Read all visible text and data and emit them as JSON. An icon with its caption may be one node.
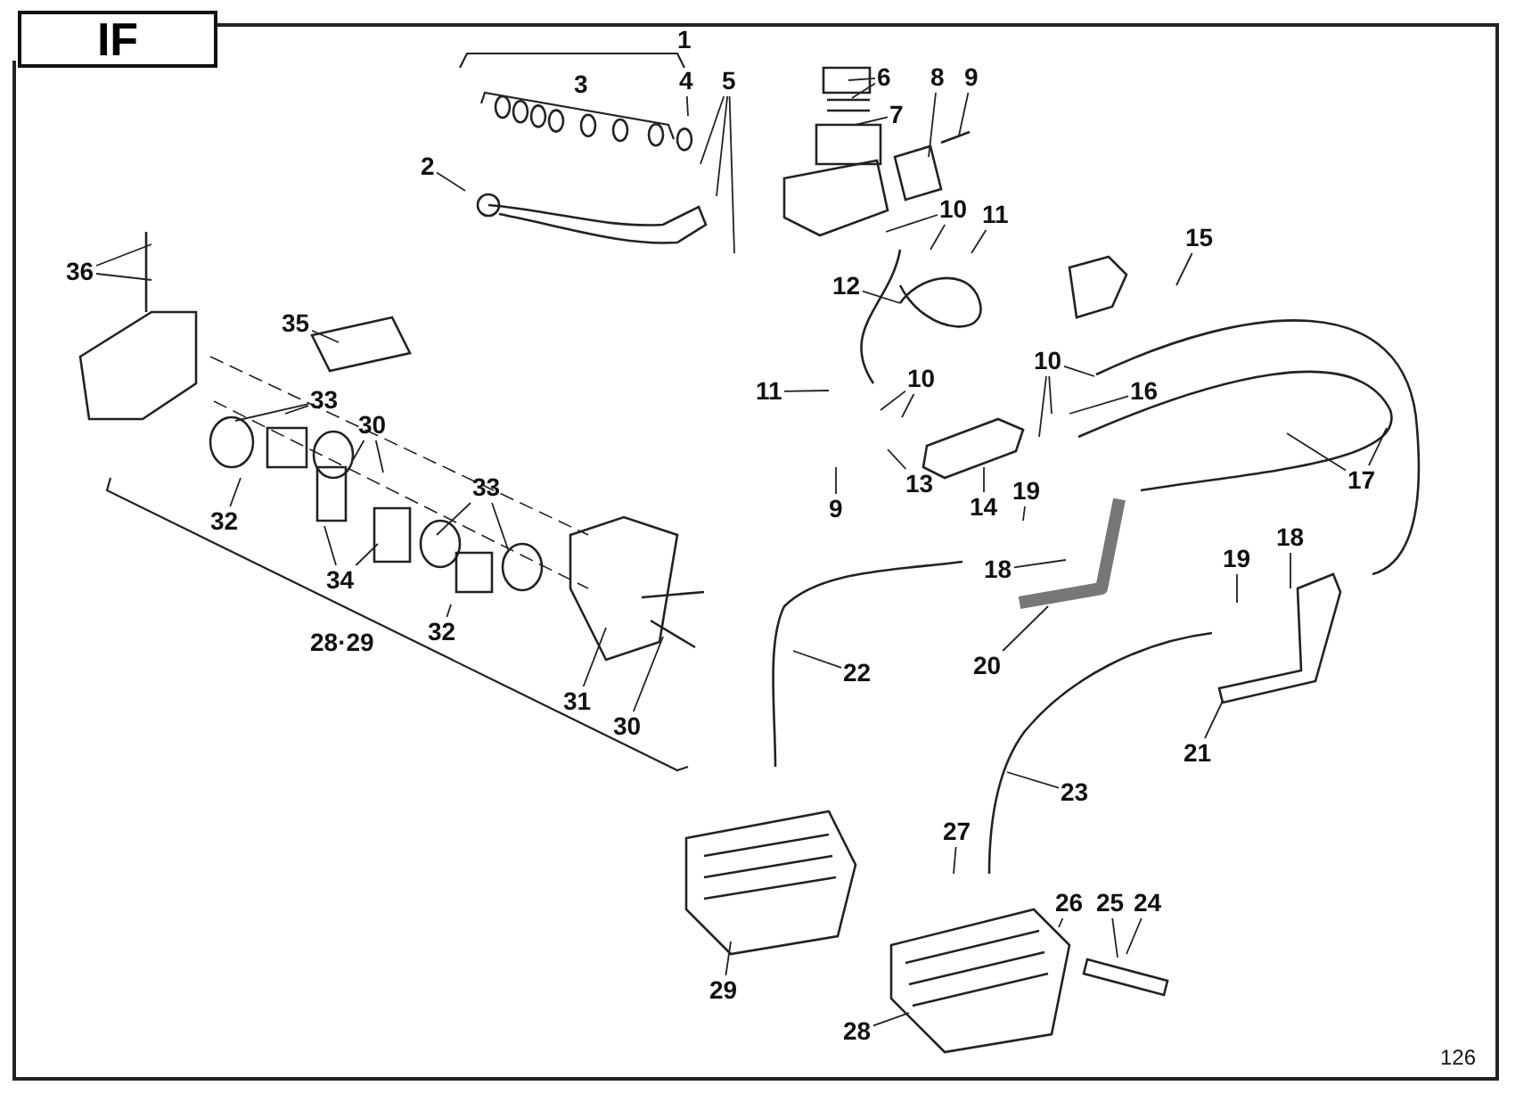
{
  "diagram": {
    "title": "IF",
    "nodes": [
      {
        "text": [
          "2"
        ]
      },
      {
        "text": [
          "4"
        ]
      },
      {
        "text": [
          "5"
        ]
      },
      {
        "text": [
          "6"
        ]
      },
      {
        "text": [
          "7"
        ]
      },
      {
        "text": [
          "8"
        ]
      },
      {
        "text": [
          "9"
        ]
      },
      {
        "text": [
          "10"
        ]
      },
      {
        "text": [
          "11"
        ]
      },
      {
        "text": [
          "12"
        ]
      },
      {
        "text": [
          "15"
        ]
      },
      {
        "text": [
          "11"
        ]
      },
      {
        "text": [
          "10"
        ]
      },
      {
        "text": [
          "10"
        ]
      },
      {
        "text": [
          "16"
        ]
      },
      {
        "text": [
          "9"
        ]
      },
      {
        "text": [
          "13"
        ]
      },
      {
        "text": [
          "14"
        ]
      },
      {
        "text": [
          "17"
        ]
      },
      {
        "text": [
          "19"
        ]
      },
      {
        "text": [
          "18"
        ]
      },
      {
        "text": [
          "20"
        ]
      },
      {
        "text": [
          "19"
        ]
      },
      {
        "text": [
          "18"
        ]
      },
      {
        "text": [
          "21"
        ]
      },
      {
        "text": [
          "22"
        ]
      },
      {
        "text": [
          "23"
        ]
      },
      {
        "text": [
          "27"
        ]
      },
      {
        "text": [
          "26"
        ]
      },
      {
        "text": [
          "25"
        ]
      },
      {
        "text": [
          "24"
        ]
      },
      {
        "text": [
          "29"
        ]
      },
      {
        "text": [
          "28"
        ]
      },
      {
        "text": [
          "36"
        ]
      },
      {
        "text": [
          "35"
        ]
      },
      {
        "text": [
          "33"
        ]
      },
      {
        "text": [
          "30"
        ]
      },
      {
        "text": [
          "33"
        ]
      },
      {
        "text": [
          "32"
        ]
      },
      {
        "text": [
          "34"
        ]
      },
      {
        "text": [
          "32"
        ]
      },
      {
        "text": [
          "31"
        ]
      },
      {
        "text": [
          "30"
        ]
      }
    ],
    "edges": [
      {
        "from": 0,
        "to": null,
        "arrow": "none"
      },
      {
        "from": 1,
        "to": null,
        "arrow": "none"
      },
      {
        "from": 2,
        "to": null,
        "arrow": "none"
      },
      {
        "from": 2,
        "to": null,
        "arrow": "none"
      },
      {
        "from": 2,
        "to": null,
        "arrow": "none"
      },
      {
        "from": 3,
        "to": null,
        "arrow": "none"
      },
      {
        "from": 3,
        "to": null,
        "arrow": "none"
      },
      {
        "from": 4,
        "to": null,
        "arrow": "none"
      },
      {
        "from": 5,
        "to": null,
        "arrow": "none"
      },
      {
        "from": 6,
        "to": null,
        "arrow": "none"
      },
      {
        "from": 7,
        "to": null,
        "arrow": "none"
      },
      {
        "from": 7,
        "to": null,
        "arrow": "none"
      },
      {
        "from": 8,
        "to": null,
        "arrow": "none"
      },
      {
        "from": 9,
        "to": null,
        "arrow": "none"
      },
      {
        "from": 10,
        "to": null,
        "arrow": "none"
      },
      {
        "from": 11,
        "to": null,
        "arrow": "none"
      },
      {
        "from": 12,
        "to": null,
        "arrow": "none"
      },
      {
        "from": 12,
        "to": null,
        "arrow": "none"
      },
      {
        "from": 13,
        "to": null,
        "arrow": "none"
      },
      {
        "from": 13,
        "to": null,
        "arrow": "none"
      },
      {
        "from": 13,
        "to": null,
        "arrow": "none"
      },
      {
        "from": 14,
        "to": null,
        "arrow": "none"
      },
      {
        "from": 15,
        "to": null,
        "arrow": "none"
      },
      {
        "from": 16,
        "to": null,
        "arrow": "none"
      },
      {
        "from": 17,
        "to": null,
        "arrow": "none"
      },
      {
        "from": 18,
        "to": null,
        "arrow": "none"
      },
      {
        "from": 18,
        "to": null,
        "arrow": "none"
      },
      {
        "from": 19,
        "to": null,
        "arrow": "none"
      },
      {
        "from": 20,
        "to": null,
        "arrow": "none"
      },
      {
        "from": 21,
        "to": null,
        "arrow": "none"
      },
      {
        "from": 22,
        "to": null,
        "arrow": "none"
      },
      {
        "from": 23,
        "to": null,
        "arrow": "none"
      },
      {
        "from": 24,
        "to": null,
        "arrow": "none"
      },
      {
        "from": 25,
        "to": null,
        "arrow": "none"
      },
      {
        "from": 26,
        "to": null,
        "arrow": "none"
      },
      {
        "from": 27,
        "to": null,
        "arrow": "none"
      },
      {
        "from": 28,
        "to": null,
        "arrow": "none"
      },
      {
        "from": 29,
        "to": null,
        "arrow": "none"
      },
      {
        "from": 30,
        "to": null,
        "arrow": "none"
      },
      {
        "from": 31,
        "to": null,
        "arrow": "none"
      },
      {
        "from": 32,
        "to": null,
        "arrow": "none"
      },
      {
        "from": 33,
        "to": null,
        "arrow": "none"
      },
      {
        "from": 33,
        "to": null,
        "arrow": "none"
      },
      {
        "from": 34,
        "to": null,
        "arrow": "none"
      },
      {
        "from": 35,
        "to": null,
        "arrow": "none"
      },
      {
        "from": 35,
        "to": null,
        "arrow": "none"
      },
      {
        "from": 36,
        "to": null,
        "arrow": "none"
      },
      {
        "from": 36,
        "to": null,
        "arrow": "none"
      },
      {
        "from": 37,
        "to": null,
        "arrow": "none"
      },
      {
        "from": 37,
        "to": null,
        "arrow": "none"
      },
      {
        "from": 38,
        "to": null,
        "arrow": "none"
      },
      {
        "from": 39,
        "to": null,
        "arrow": "none"
      },
      {
        "from": 39,
        "to": null,
        "arrow": "none"
      },
      {
        "from": 40,
        "to": null,
        "arrow": "none"
      },
      {
        "from": 41,
        "to": null,
        "arrow": "none"
      },
      {
        "from": 42,
        "to": null,
        "arrow": "none"
      }
    ],
    "labels": [
      "1",
      "3",
      "28·29",
      "126"
    ]
  }
}
